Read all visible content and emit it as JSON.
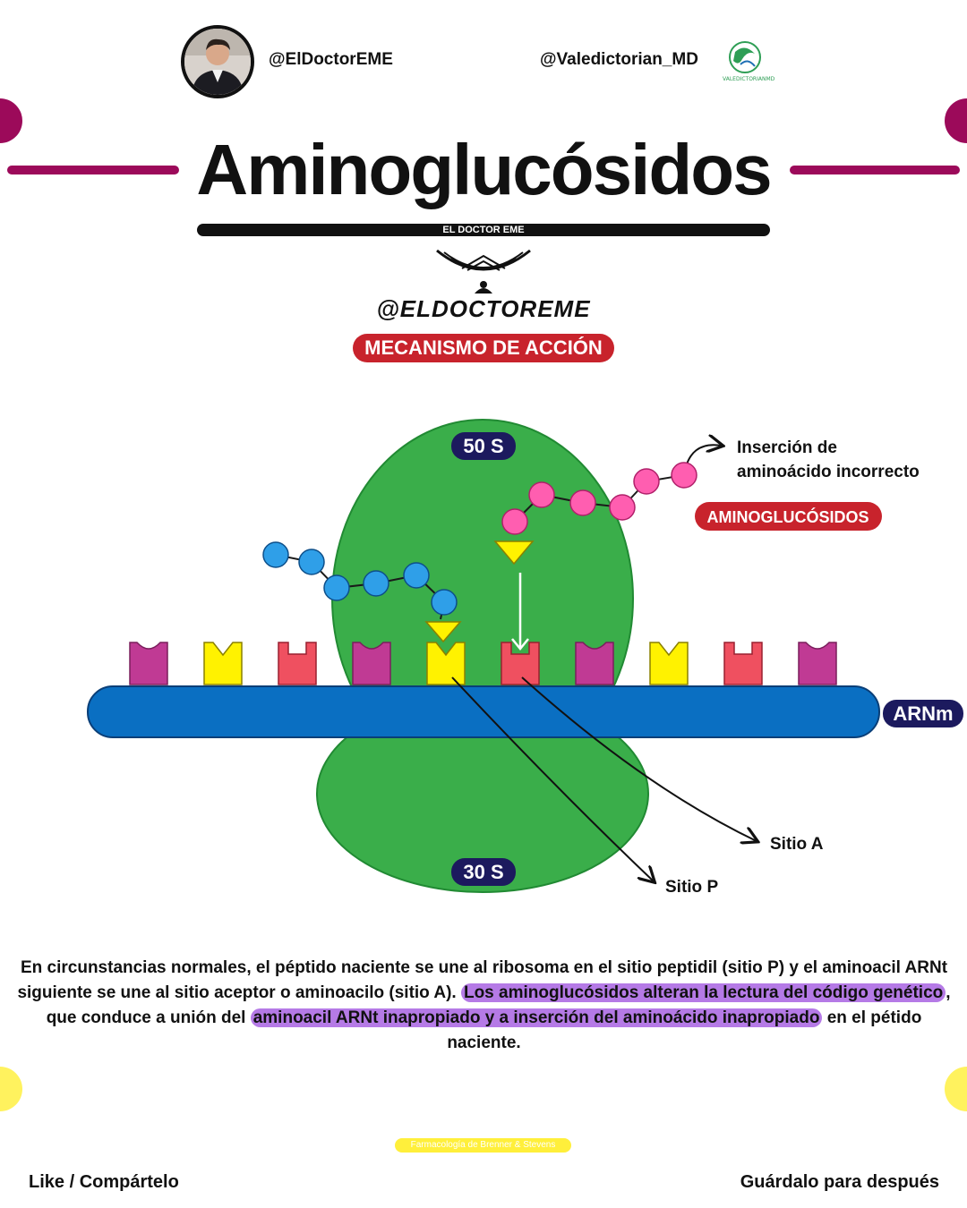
{
  "header": {
    "handle_left": "@ElDoctorEME",
    "handle_right": "@Valedictorian_MD",
    "logo_right_text": "VALEDICTORIANMD"
  },
  "title": "Aminoglucósidos",
  "subtitle_bar": "EL DOCTOR EME",
  "brand_handle": "@ELDOCTOREME",
  "section_pill": "MECANISMO DE ACCIÓN",
  "diagram": {
    "label_50s": "50 S",
    "label_30s": "30 S",
    "label_mrna": "ARNm",
    "label_insertion_line1": "Inserción de",
    "label_insertion_line2": "aminoácido incorrecto",
    "label_drug": "AMINOGLUCÓSIDOS",
    "label_site_a": "Sitio A",
    "label_site_p": "Sitio P"
  },
  "paragraph": {
    "part1": "En circunstancias normales, el péptido naciente se une al ribosoma en el sitio peptidil (sitio P) y el aminoacil ARNt siguiente se une al sitio aceptor o aminoacilo (sitio A).",
    "highlight1": "Los aminoglucósidos alteran la lectura del código genético",
    "part2": ", que conduce a unión del",
    "highlight2": "aminoacil ARNt inapropiado y a inserción del aminoácido inapropiado",
    "part3": "en el pétido naciente."
  },
  "footer": {
    "source": "Farmacología de Brenner & Stevens",
    "left": "Like / Compártelo",
    "right": "Guárdalo para después"
  },
  "colors": {
    "accent_magenta": "#9c0a5a",
    "ribosome_green": "#3aae4a",
    "mrna_blue": "#0a6fc2",
    "pill_red": "#c8232c",
    "navy_label": "#1c1a5e",
    "highlight_purple": "#b57ae6",
    "yellow": "#fff200",
    "pink_bead": "#ff5eb0",
    "blue_bead": "#2f9fe8"
  }
}
